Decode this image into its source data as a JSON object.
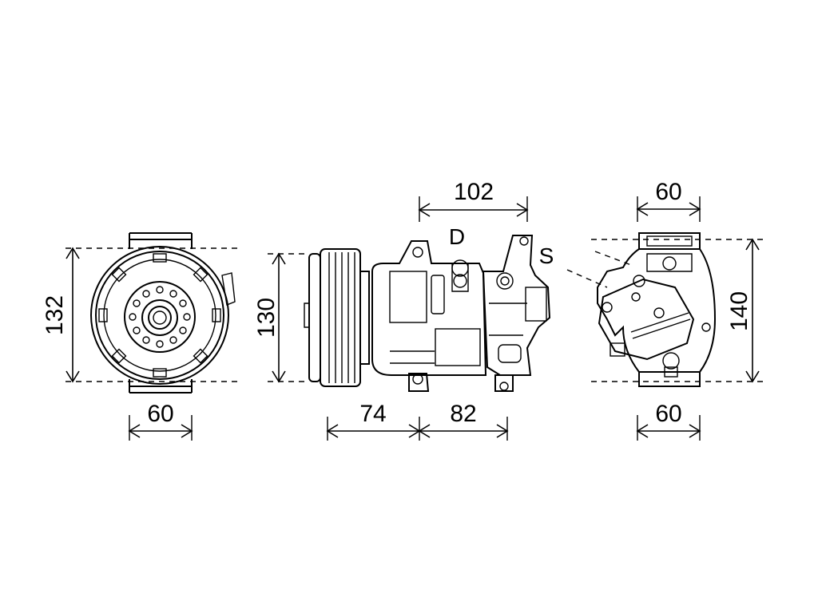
{
  "dimensions": {
    "front_height": "132",
    "front_width": "60",
    "side_height": "130",
    "side_top_width": "102",
    "side_clutch_width": "74",
    "side_body_width": "82",
    "rear_top_width": "60",
    "rear_height": "140",
    "rear_bottom_width": "60"
  },
  "labels": {
    "discharge_port": "D",
    "suction_port": "S"
  }
}
